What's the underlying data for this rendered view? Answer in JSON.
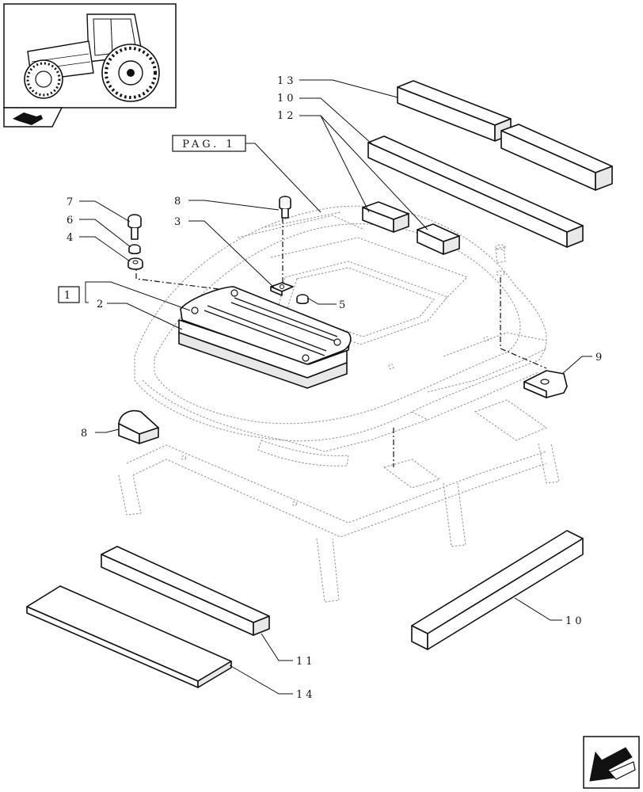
{
  "page_ref": "PAG. 1",
  "boxed_callout": "1",
  "callouts": {
    "c2": "2",
    "c3": "3",
    "c4": "4",
    "c5": "5",
    "c6": "6",
    "c7": "7",
    "c8a": "8",
    "c8b": "8",
    "c9": "9",
    "c10a": "10",
    "c10b": "10",
    "c11": "11",
    "c12": "12",
    "c13": "13",
    "c14": "14"
  },
  "icons": {
    "thumbnail": "tractor-thumbnail-icon",
    "section_marker": "section-marker-icon",
    "next_page": "next-page-arrow-icon"
  },
  "colors": {
    "line": "#111111",
    "ghost": "#9a9a9a",
    "background": "#ffffff"
  }
}
